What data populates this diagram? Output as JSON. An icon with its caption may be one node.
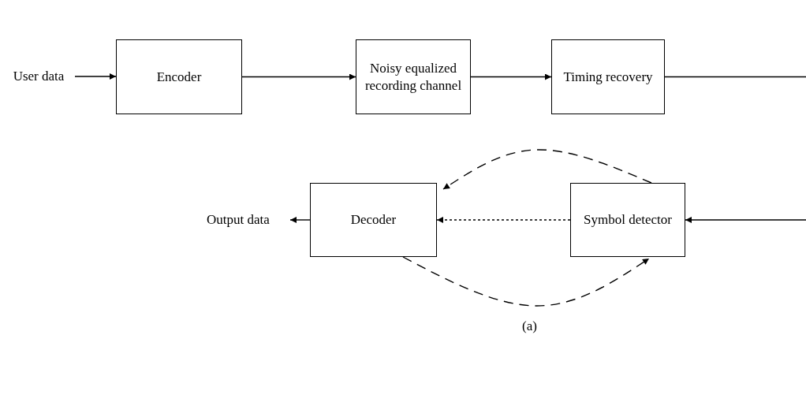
{
  "diagram": {
    "caption": "(a)",
    "nodes": [
      {
        "text": [
          "User data"
        ]
      },
      {
        "text": [
          "Encoder"
        ]
      },
      {
        "text": [
          "Noisy equalized recording channel"
        ]
      },
      {
        "text": [
          "Timing recovery"
        ]
      },
      {
        "text": [
          "Output data"
        ]
      },
      {
        "text": [
          "Decoder"
        ]
      },
      {
        "text": [
          "Symbol detector"
        ]
      }
    ],
    "edges": [
      {
        "from": 0,
        "to": 1,
        "arrow": "to"
      },
      {
        "from": 1,
        "to": 2,
        "arrow": "to"
      },
      {
        "from": 2,
        "to": 3,
        "arrow": "to"
      },
      {
        "from": 3,
        "to": null,
        "arrow": "none"
      },
      {
        "from": null,
        "to": 6,
        "arrow": "to"
      },
      {
        "from": 6,
        "to": 5,
        "arrow": "to",
        "style": "dashed"
      },
      {
        "from": 6,
        "to": 5,
        "arrow": "to",
        "style": "dashed"
      },
      {
        "from": 5,
        "to": 6,
        "arrow": "to",
        "style": "dashed"
      },
      {
        "from": 5,
        "to": 4,
        "arrow": "to"
      }
    ]
  }
}
